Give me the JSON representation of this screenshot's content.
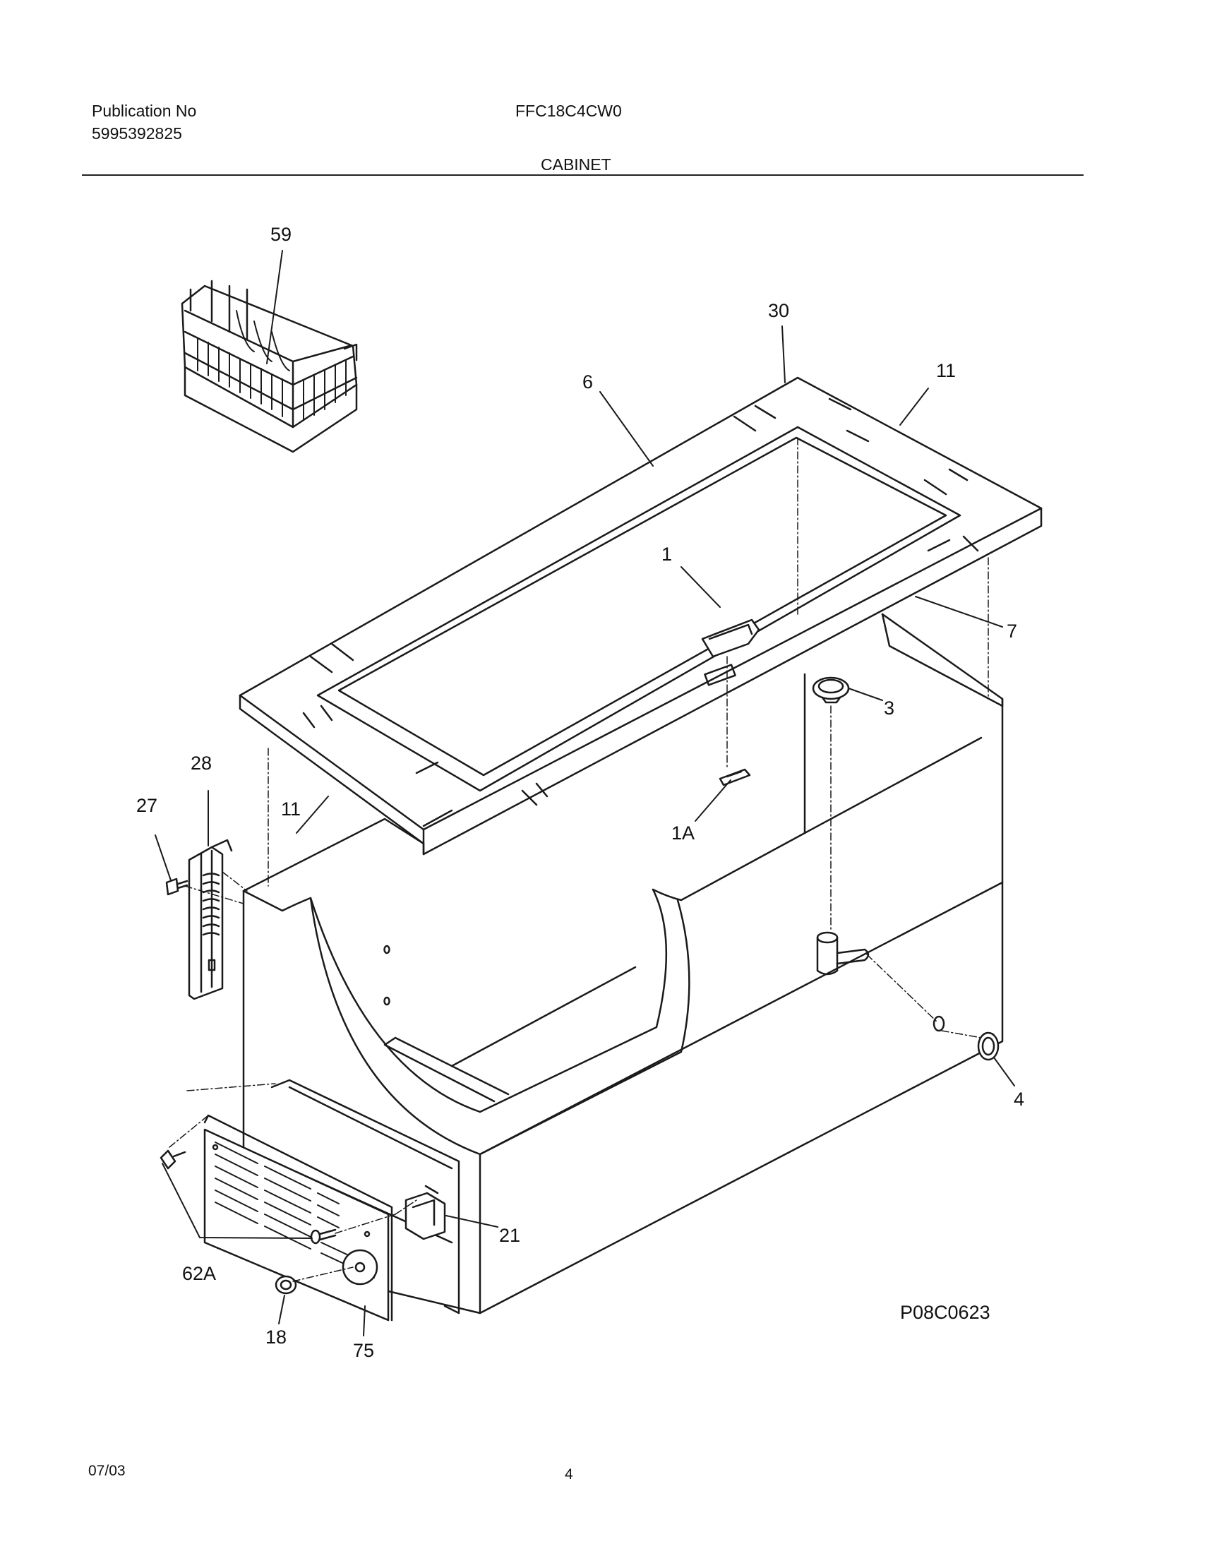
{
  "header": {
    "publication_label": "Publication No",
    "publication_number": "5995392825",
    "model": "FFC18C4CW0",
    "section_title": "CABINET"
  },
  "diagram": {
    "code": "P08C0623",
    "callouts": {
      "c59": "59",
      "c30": "30",
      "c6": "6",
      "c11_top": "11",
      "c1": "1",
      "c7": "7",
      "c3": "3",
      "c28": "28",
      "c27": "27",
      "c11_bottom": "11",
      "c1A": "1A",
      "c4": "4",
      "c21": "21",
      "c62A": "62A",
      "c18": "18",
      "c75": "75"
    }
  },
  "footer": {
    "date": "07/03",
    "page": "4"
  }
}
